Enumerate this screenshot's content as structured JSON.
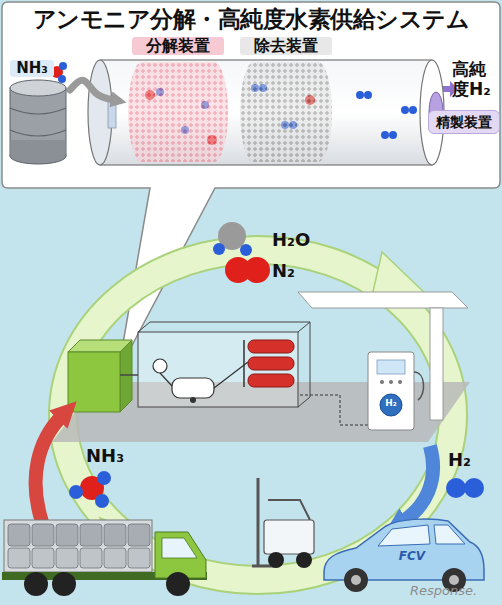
{
  "diagram": {
    "title": "アンモニア分解・高純度水素供給システム",
    "nodes": [
      {
        "text": [
          "NH₃"
        ]
      },
      {
        "text": [
          "分解装置"
        ]
      },
      {
        "text": [
          "除去装置"
        ]
      },
      {
        "text": [
          "精製装置"
        ]
      },
      {
        "text": [
          "FCV"
        ]
      }
    ],
    "edges": [
      {
        "from": 0,
        "to": 1,
        "arrow": "to"
      }
    ],
    "labels": [
      "高純度H₂",
      "H₂O",
      "N₂",
      "NH₃",
      "H₂",
      "H₂",
      "Response."
    ]
  }
}
